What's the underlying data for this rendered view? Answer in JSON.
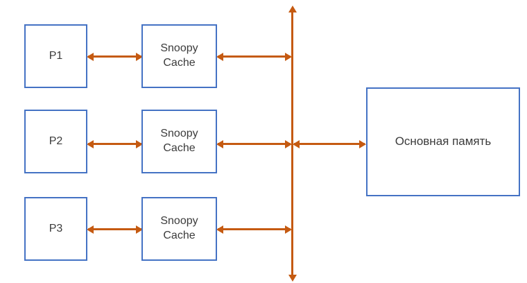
{
  "diagram": {
    "processors": [
      {
        "label": "P1"
      },
      {
        "label": "P2"
      },
      {
        "label": "P3"
      }
    ],
    "caches": [
      {
        "label": "Snoopy Cache"
      },
      {
        "label": "Snoopy Cache"
      },
      {
        "label": "Snoopy Cache"
      }
    ],
    "memory": {
      "label": "Основная память"
    },
    "colors": {
      "box_border": "#4472C4",
      "arrow": "#C55A11",
      "text": "#3B3B3B",
      "background": "#FFFFFF"
    }
  }
}
